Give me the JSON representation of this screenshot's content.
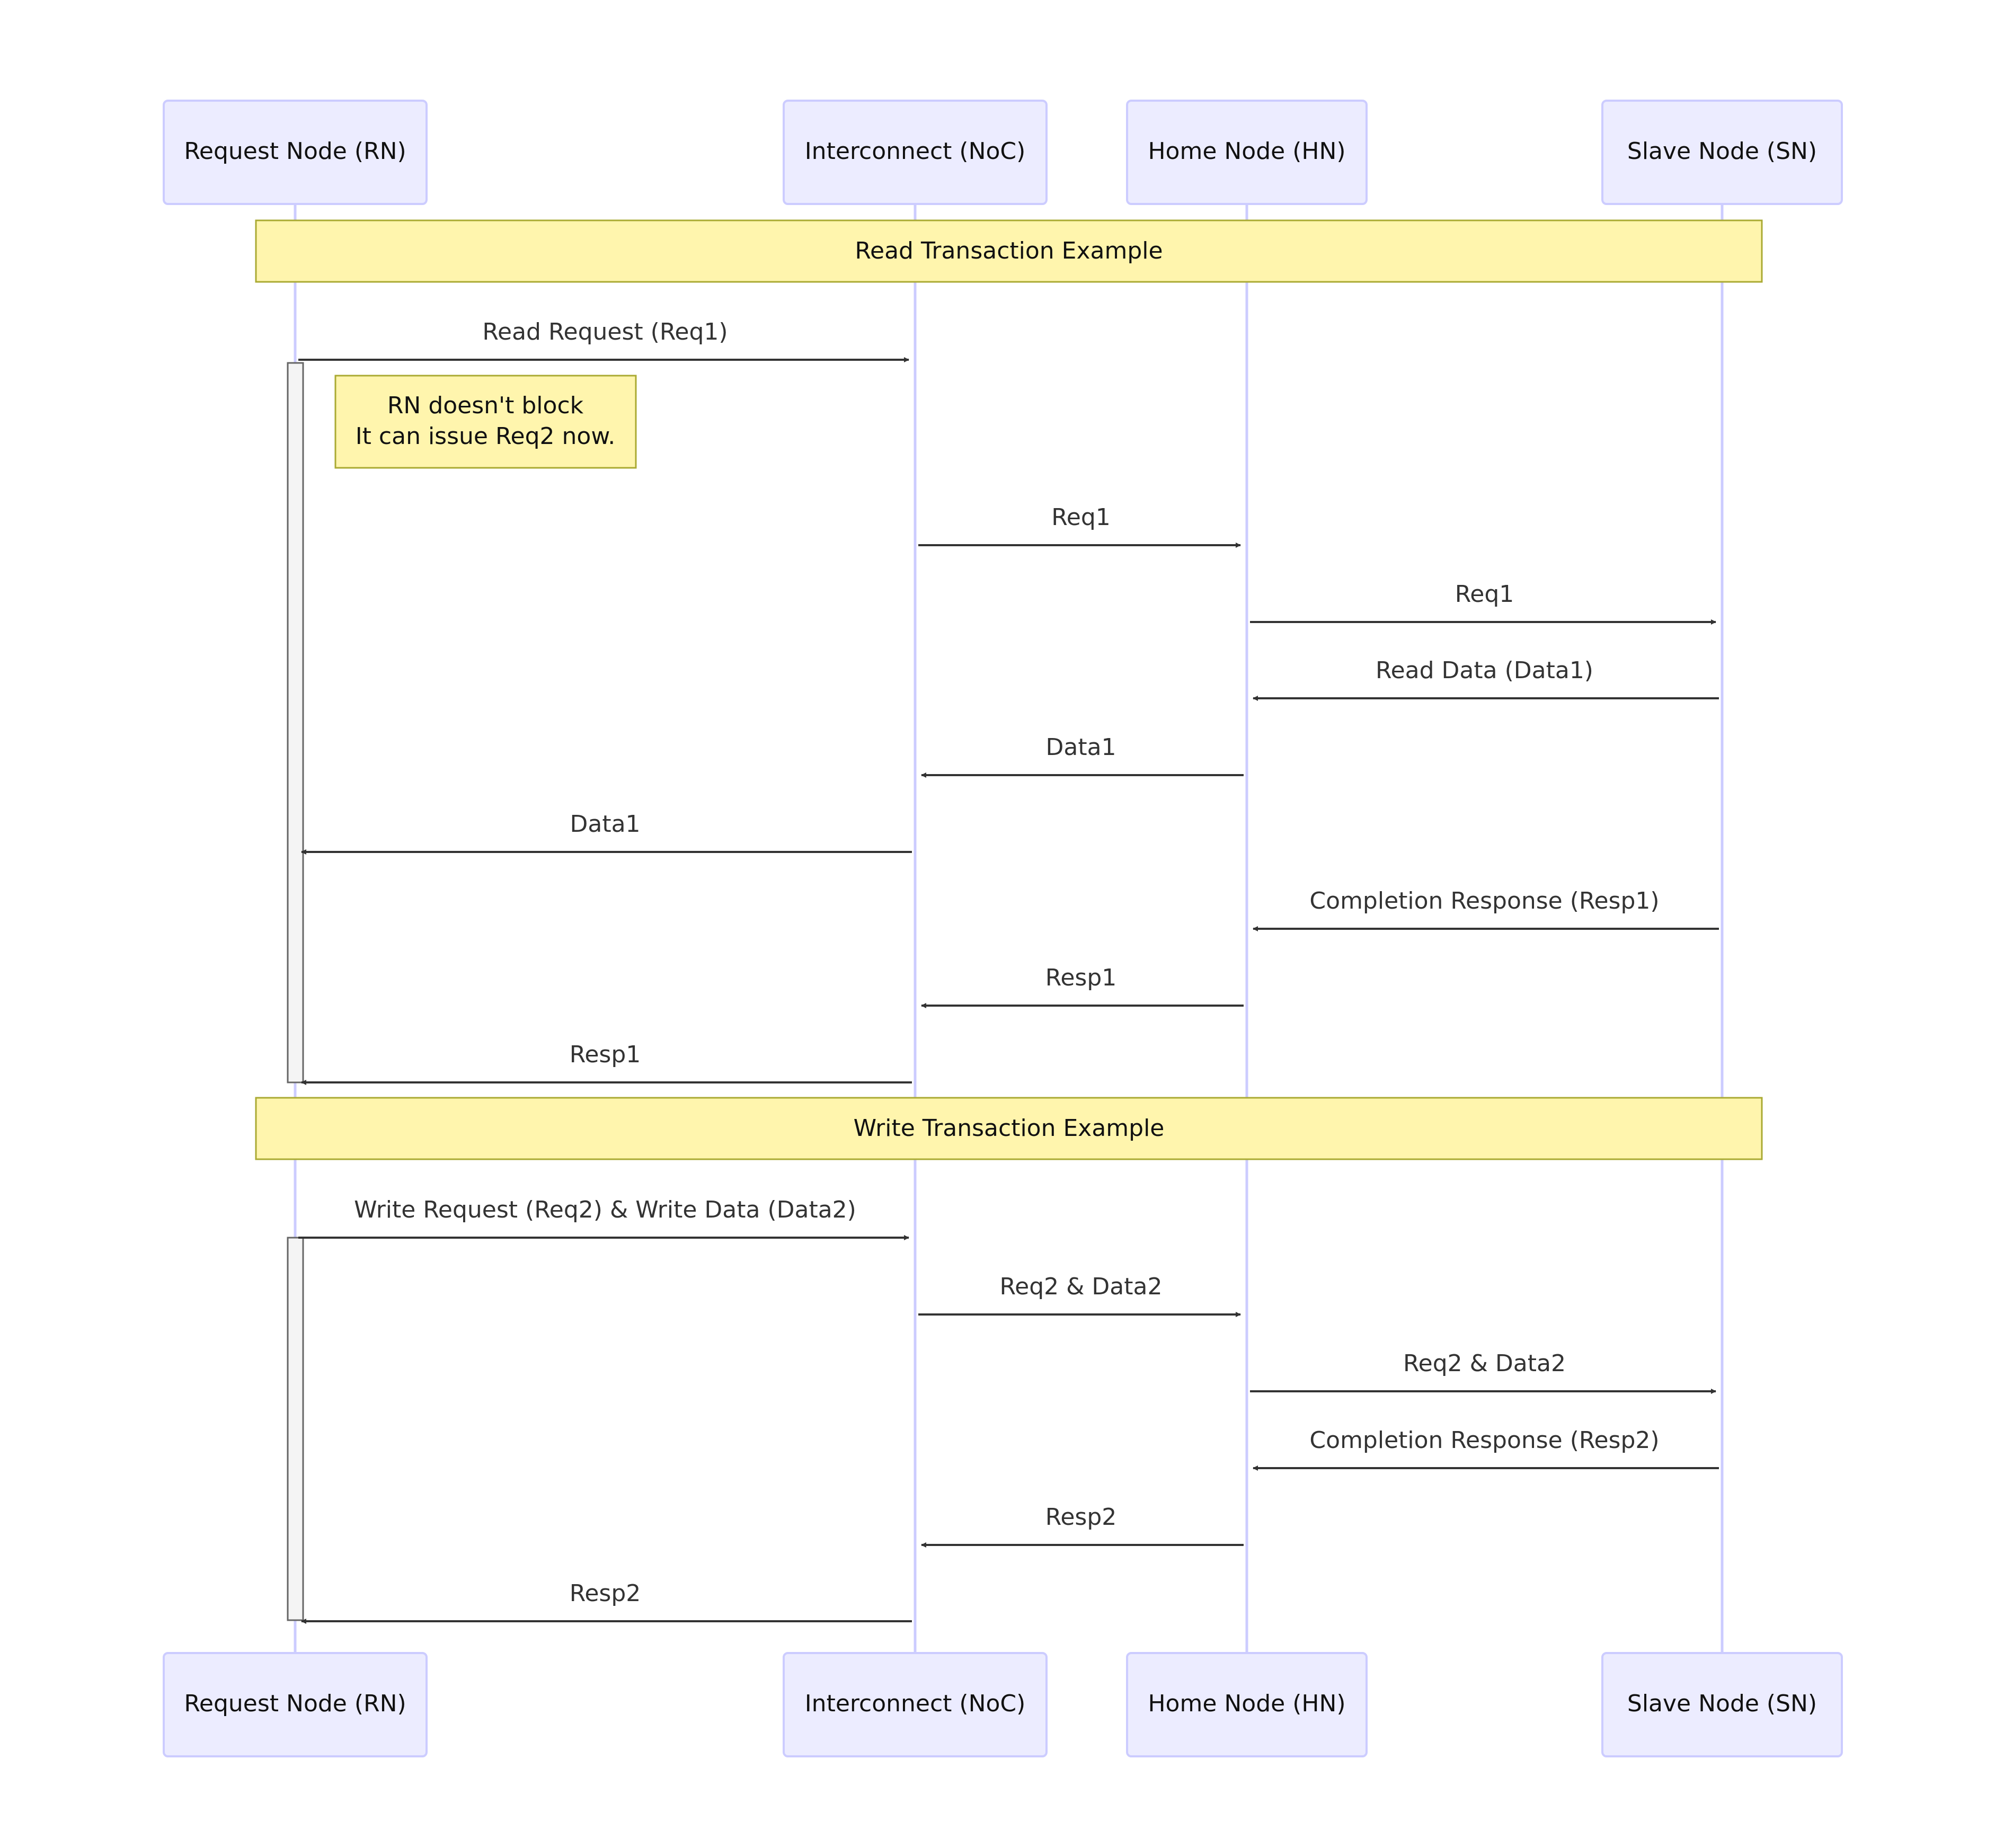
{
  "diagram": {
    "type": "sequence",
    "participants": [
      {
        "id": "RN",
        "label": "Request Node (RN)"
      },
      {
        "id": "NOC",
        "label": "Interconnect (NoC)"
      },
      {
        "id": "HN",
        "label": "Home Node (HN)"
      },
      {
        "id": "SN",
        "label": "Slave Node (SN)"
      }
    ],
    "sections": [
      {
        "label": "Read Transaction Example"
      },
      {
        "label": "Write Transaction Example"
      }
    ],
    "messages": [
      {
        "from": "RN",
        "to": "NOC",
        "label": "Read Request (Req1)"
      },
      {
        "from": "NOC",
        "to": "HN",
        "label": "Req1"
      },
      {
        "from": "HN",
        "to": "SN",
        "label": "Req1"
      },
      {
        "from": "SN",
        "to": "HN",
        "label": "Read Data (Data1)"
      },
      {
        "from": "HN",
        "to": "NOC",
        "label": "Data1"
      },
      {
        "from": "NOC",
        "to": "RN",
        "label": "Data1"
      },
      {
        "from": "SN",
        "to": "HN",
        "label": "Completion Response (Resp1)"
      },
      {
        "from": "HN",
        "to": "NOC",
        "label": "Resp1"
      },
      {
        "from": "NOC",
        "to": "RN",
        "label": "Resp1"
      },
      {
        "from": "RN",
        "to": "NOC",
        "label": "Write Request (Req2) & Write Data (Data2)"
      },
      {
        "from": "NOC",
        "to": "HN",
        "label": "Req2 & Data2"
      },
      {
        "from": "HN",
        "to": "SN",
        "label": "Req2 & Data2"
      },
      {
        "from": "SN",
        "to": "HN",
        "label": "Completion Response (Resp2)"
      },
      {
        "from": "HN",
        "to": "NOC",
        "label": "Resp2"
      },
      {
        "from": "NOC",
        "to": "RN",
        "label": "Resp2"
      }
    ],
    "note": {
      "over": "RN",
      "lines": [
        "RN doesn't block",
        "It can issue Req2 now."
      ]
    },
    "colors": {
      "actor_fill": "#ECECFF",
      "actor_stroke": "#CCCCFF",
      "lifeline": "#CCCCFF",
      "section_fill": "#FFF5AD",
      "section_stroke": "#AAAA33",
      "arrow": "#333333",
      "activation_fill": "#F4F4F4",
      "activation_stroke": "#666666"
    }
  }
}
